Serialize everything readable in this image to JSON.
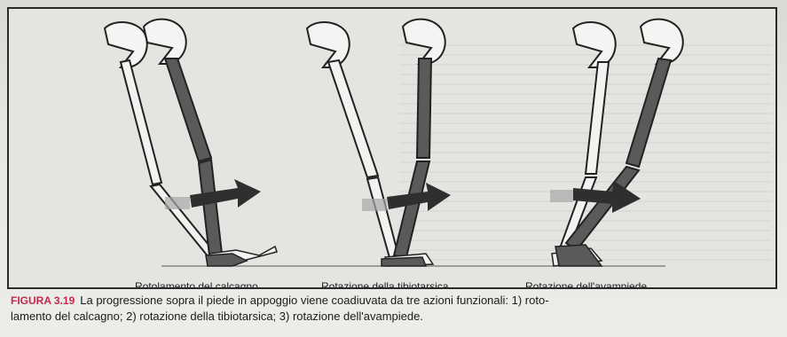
{
  "figure": {
    "panels": [
      {
        "label": "Rotolamento del calcagno"
      },
      {
        "label": "Rotazione della tibiotarsica"
      },
      {
        "label": "Rotazione dell'avampiede"
      }
    ]
  },
  "caption": {
    "label": "FIGURA 3.19",
    "line1": "La progressione sopra il piede in appoggio viene coadiuvata da tre azioni funzionali: 1) roto-",
    "line2": "lamento del calcagno; 2) rotazione della tibiotarsica; 3) rotazione dell'avampiede."
  }
}
